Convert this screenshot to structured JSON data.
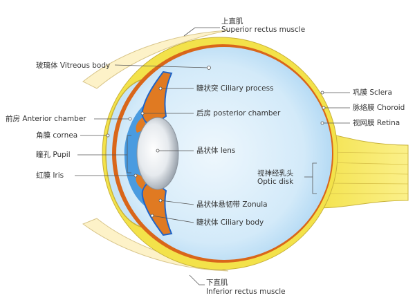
{
  "labels": {
    "superior_rectus_cn": "上直肌",
    "superior_rectus_en": "Superior rectus muscle",
    "vitreous": "玻璃体 Vitreous body",
    "ciliary_process": "睫状突  Ciliary process",
    "anterior_chamber": "前房 Anterior chamber",
    "posterior_chamber": "后房 posterior chamber",
    "cornea": "角膜 cornea",
    "pupil": "瞳孔 Pupil",
    "lens": "晶状体 lens",
    "iris": "虹膜 Iris",
    "optic_disk_cn": "视神经乳头",
    "optic_disk_en": "Optic disk",
    "zonula": "晶状体悬韧带 Zonula",
    "ciliary_body": "睫状体 Ciliary body",
    "inferior_rectus_cn": "下直肌",
    "inferior_rectus_en": "Inferior rectus muscle",
    "sclera": "巩膜 Sclera",
    "choroid": "脉络膜 Choroid",
    "retina": "视网膜 Retina"
  },
  "colors": {
    "sclera": "#f3e24a",
    "sclera_outline": "#c8b23a",
    "choroid": "#d9661a",
    "vitreous_outer": "#a9d4f2",
    "vitreous_inner": "#eef7fd",
    "cornea": "#c7e4f7",
    "anterior_chamber": "#4a9be0",
    "iris": "#e07a22",
    "ciliary_outline": "#1f64c8",
    "lens_outer": "#9aa3ad",
    "lens_inner": "#ffffff",
    "muscle": "#fdf2c8",
    "muscle_outline": "#d8c58a"
  }
}
